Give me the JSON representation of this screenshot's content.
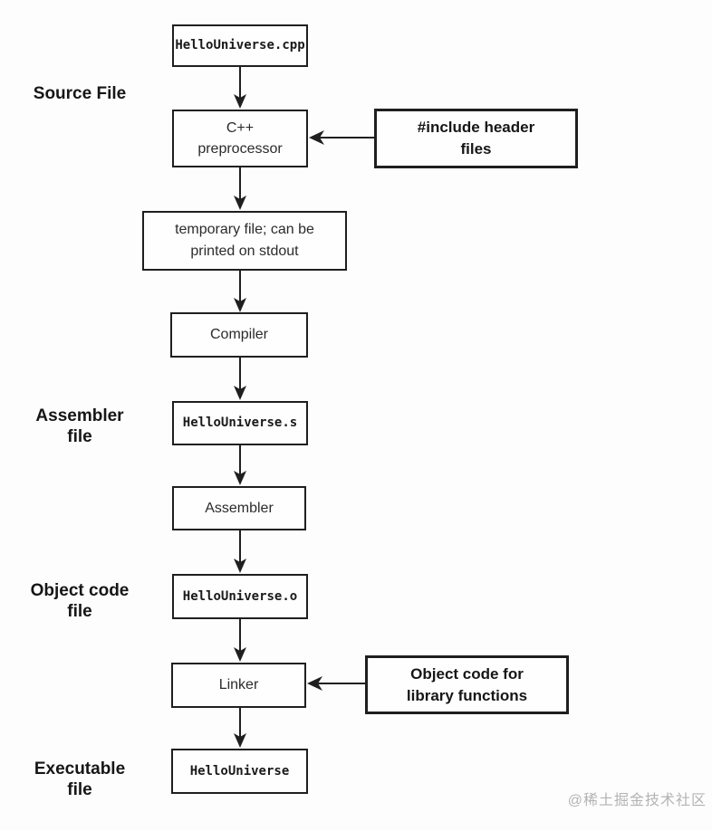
{
  "page": {
    "watermark": "@稀土掘金技术社区"
  },
  "flowchart": {
    "stage_labels": {
      "source_file": "Source File",
      "assembler_file": "Assembler\nfile",
      "object_code_file": "Object code\nfile",
      "executable_file": "Executable\nfile"
    },
    "nodes": {
      "source": {
        "label": "HelloUniverse.cpp"
      },
      "preprocessor": {
        "label": "C++\npreprocessor"
      },
      "include_headers": {
        "label": "#include header\nfiles"
      },
      "temp_file": {
        "label": "temporary file; can be\nprinted on stdout"
      },
      "compiler": {
        "label": "Compiler"
      },
      "assembly_file": {
        "label": "HelloUniverse.s"
      },
      "assembler": {
        "label": "Assembler"
      },
      "object_file": {
        "label": "HelloUniverse.o"
      },
      "linker": {
        "label": "Linker"
      },
      "library_objects": {
        "label": "Object code for\nlibrary functions"
      },
      "executable": {
        "label": "HelloUniverse"
      }
    },
    "colors": {
      "line": "#1f1f1f",
      "box_border": "#1f1f1f",
      "text": "#2b2b2b",
      "watermark": "#b3b3b3"
    }
  }
}
